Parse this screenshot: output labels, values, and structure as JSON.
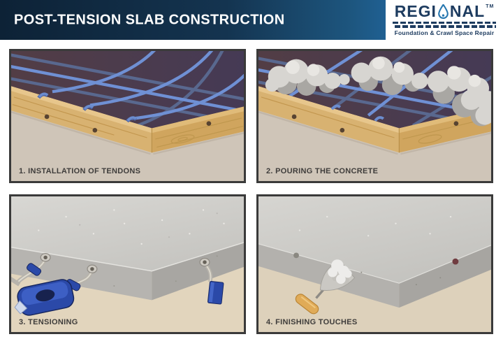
{
  "header": {
    "title": "POST-TENSION SLAB CONSTRUCTION",
    "logo": {
      "brand_left": "REGI",
      "brand_right": "NAL",
      "trademark": "TM",
      "tagline": "Foundation & Crawl Space Repair"
    }
  },
  "steps": [
    {
      "caption": "1. INSTALLATION OF TENDONS"
    },
    {
      "caption": "2. POURING THE CONCRETE"
    },
    {
      "caption": "3. TENSIONING"
    },
    {
      "caption": "4. FINISHING TOUCHES"
    }
  ],
  "colors": {
    "header_navy": "#0d2236",
    "header_blue": "#2268a2",
    "logo_navy": "#1e3c60",
    "logo_drop_blue": "#2878b0",
    "panel_border": "#3a3a3a",
    "tendon_blue": "#6c8ed2",
    "jack_blue": "#2b49a8",
    "wood_tan": "#d8b271",
    "formwork_maroon": "#4c3946",
    "concrete_gray": "#c6c5c1",
    "ground_beige": "#cfc5b8",
    "soil_beige": "#e2d5bd",
    "caption_text": "#3f3d3b"
  }
}
